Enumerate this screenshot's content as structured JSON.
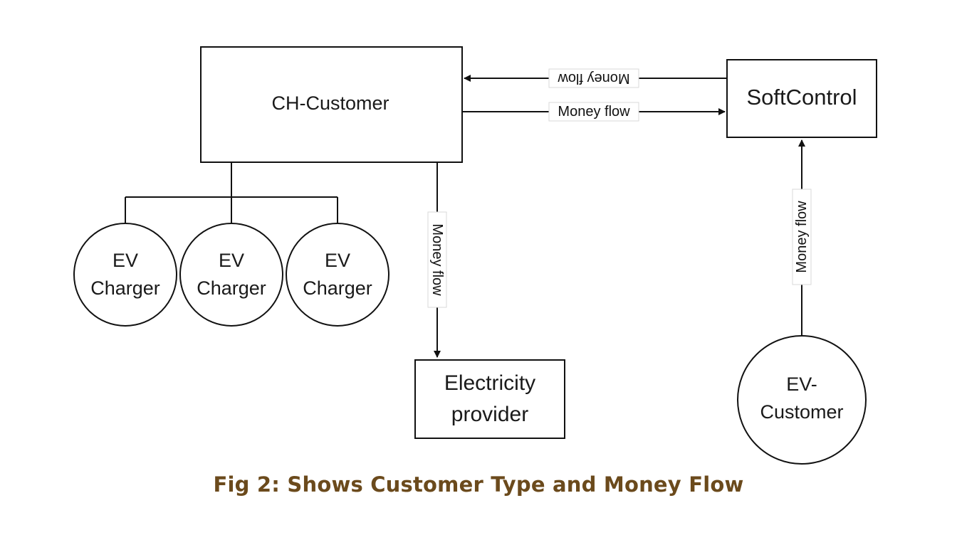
{
  "nodes": {
    "ch_customer": "CH-Customer",
    "softcontrol": "SoftControl",
    "ev_charger_1": [
      "EV",
      "Charger"
    ],
    "ev_charger_2": [
      "EV",
      "Charger"
    ],
    "ev_charger_3": [
      "EV",
      "Charger"
    ],
    "electricity_provider": [
      "Electricity",
      "provider"
    ],
    "ev_customer": [
      "EV-",
      "Customer"
    ]
  },
  "edges": {
    "softcontrol_to_ch": "Money flow",
    "ch_to_softcontrol": "Money flow",
    "ch_to_provider": "Money flow",
    "evcustomer_to_softcontrol": "Money flow"
  },
  "caption": "Fig 2: Shows Customer Type and Money Flow",
  "colors": {
    "line": "#111111",
    "caption": "#6b4a1c",
    "label_box": "#d9d9d9"
  }
}
